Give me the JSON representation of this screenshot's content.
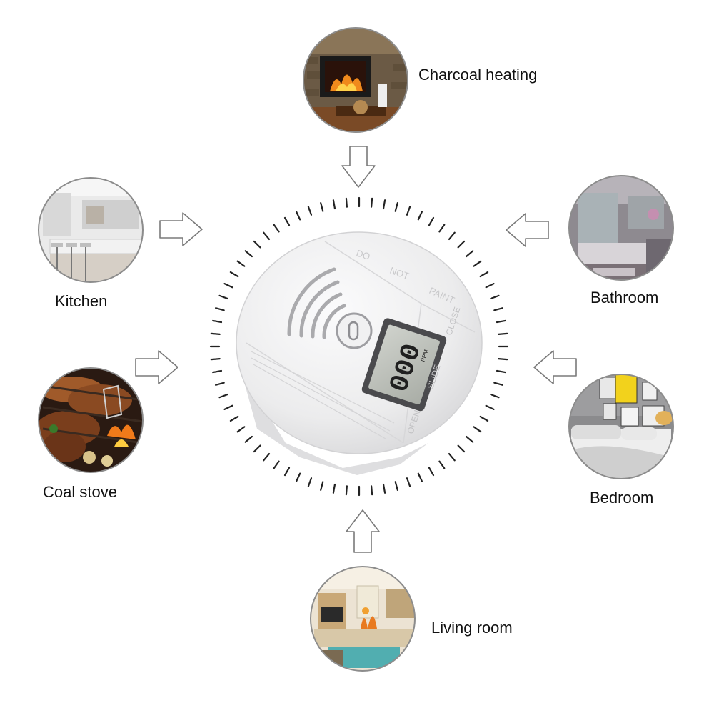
{
  "locations": {
    "charcoal_heating": "Charcoal heating",
    "kitchen": "Kitchen",
    "bathroom": "Bathroom",
    "coal_stove": "Coal stove",
    "bedroom": "Bedroom",
    "living_room": "Living room"
  },
  "device": {
    "top_text_1": "DO",
    "top_text_2": "NOT",
    "top_text_3": "PAINT",
    "lcd_reading": "000",
    "lcd_unit": "PPM",
    "slide_label": "SLIDE",
    "close_label": "CLOSE",
    "open_label": "OPEN"
  },
  "colors": {
    "device_body": "#ededee",
    "lcd_screen": "#bfc3bd",
    "lcd_digits": "#202020",
    "tick_marks": "#222222",
    "arrow_stroke": "#7a7a7a"
  }
}
